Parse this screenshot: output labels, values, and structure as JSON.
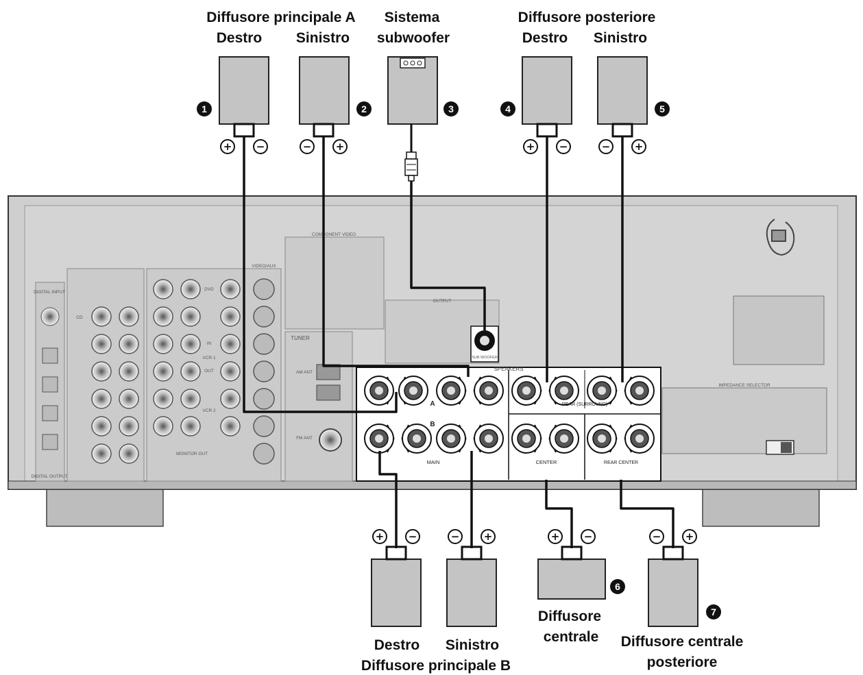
{
  "labels": {
    "main_a_title": "Diffusore principale A",
    "main_a_right": "Destro",
    "main_a_left": "Sinistro",
    "subwoofer_line1": "Sistema",
    "subwoofer_line2": "subwoofer",
    "rear_title": "Diffusore posteriore",
    "rear_right": "Destro",
    "rear_left": "Sinistro",
    "main_b_right": "Destro",
    "main_b_left": "Sinistro",
    "main_b_title": "Diffusore principale B",
    "center_line1": "Diffusore",
    "center_line2": "centrale",
    "rear_center_line1": "Diffusore centrale",
    "rear_center_line2": "posteriore"
  },
  "badges": [
    "1",
    "2",
    "3",
    "4",
    "5",
    "6",
    "7"
  ],
  "polarity": {
    "plus": "+",
    "minus": "−"
  },
  "panel": {
    "speakers": "SPEAKERS",
    "a": "A",
    "b": "B",
    "rear_surround": "REAR (SURROUND)",
    "main": "MAIN",
    "center": "CENTER",
    "rear_center": "REAR CENTER",
    "component_video": "COMPONENT VIDEO",
    "tuner": "TUNER",
    "output": "OUTPUT",
    "sub_woofer": "SUB WOOFER",
    "impedance_selector": "IMPEDANCE SELECTOR",
    "video_aux": "VIDEO/AUX",
    "dvd": "DVD",
    "vcr1": "VCR 1",
    "vcr2": "VCR 2",
    "monitor_out": "MONITOR OUT",
    "digital_input": "DIGITAL INPUT",
    "digital_output": "DIGITAL OUTPUT",
    "cd": "CD",
    "in": "IN",
    "out": "OUT",
    "am_ant": "AM ANT",
    "fm_ant": "FM ANT"
  },
  "colors": {
    "panel": "#cfcfcf",
    "panel_dark": "#8a8a8a",
    "box": "#c4c4c4",
    "line": "#111111"
  }
}
